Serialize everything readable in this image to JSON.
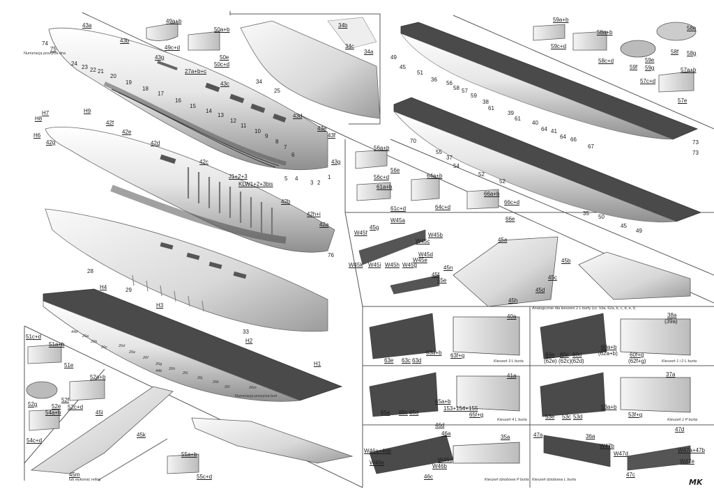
{
  "notes": {
    "hull_r_numbering": "Numeracja poszycia dna",
    "hull_l_numbering": "Numeracja poszycia burt",
    "pocket_similar": "Analogicznie dla kieszeni 2 L burty (cz. 59a, 62a, b, c, d, e, f)",
    "railing_note": "lub wykonać reling",
    "pocket_3l": "Kieszeń 3 L burta",
    "pocket_1_2l": "Kieszeń 1 i 2 L burta",
    "pocket_4l": "Kieszeń 4 L burta",
    "pocket_1p": "Kieszeń 1 P burta",
    "bow_p": "Kieszeń dziobowa P burta",
    "bow_l": "Kieszeń dziobowa L burta"
  },
  "logo": "MK",
  "colors": {
    "deck": "#4a4a4a",
    "hull_light": "#f2f2f2",
    "hull_dark": "#9a9a9a",
    "line": "#555555"
  },
  "labels": {
    "h_43a": "43a",
    "h_43b": "43b",
    "h_43g": "43g",
    "h_43c": "43c",
    "h_43d": "43d",
    "h_43e": "43e",
    "h_43f": "43f",
    "h_43g2": "43g",
    "h_74": "74",
    "h_75": "75",
    "h_27": "27a+b+c",
    "n24": "24",
    "n23": "23",
    "n22": "22",
    "n21": "21",
    "n20": "20",
    "n19": "19",
    "n18": "18",
    "n17": "17",
    "n16": "16",
    "n15": "15",
    "n14": "14",
    "n13": "13",
    "n12": "12",
    "n11": "11",
    "n10": "10",
    "n9": "9",
    "n8": "8",
    "n7": "7",
    "n6": "6",
    "n5": "5",
    "n4": "4",
    "n3": "3",
    "n2": "2",
    "n1": "1",
    "p49ab": "49a+b",
    "p49c": "49c+d",
    "p50ab": "50a+b",
    "p50e": "50e",
    "p50cd": "50c+d",
    "p34b": "34b",
    "p34c": "34c",
    "p34a": "34a",
    "p34": "34",
    "p25": "25",
    "H7": "H7",
    "H8": "H8",
    "H9": "H9",
    "H6": "H6",
    "p42f": "42f",
    "p42e": "42e",
    "p42g": "42g",
    "p42d": "42d",
    "p42c": "42c",
    "p42b": "42b",
    "p42h": "42h+i",
    "p42a": "42a",
    "p11": "J1+2+3",
    "pKLW": "KLW1+2+3bis",
    "p76": "76",
    "p28": "28",
    "pH4": "H4",
    "p29": "29",
    "pH3": "H3",
    "p33": "33",
    "pH2": "H2",
    "pH1": "H1",
    "p44d": "44d",
    "p26a": "26a",
    "p26b": "26b",
    "p26c": "26c",
    "p26d": "26d",
    "p26e": "26e",
    "p26f": "26f",
    "p26g": "26g",
    "p26h": "26h",
    "p26i": "26i",
    "p26j": "26j",
    "p26k": "26k",
    "p26l": "26l",
    "p26m": "26m",
    "p44b": "44b",
    "d49": "49",
    "d45": "45",
    "d51": "51",
    "d36": "36",
    "d56": "56",
    "d58": "58",
    "d57": "57",
    "d59": "59",
    "d38": "38",
    "d61": "61",
    "d39": "39",
    "d61b": "61",
    "d40": "40",
    "d64": "64",
    "d41": "41",
    "d64b": "64",
    "d66": "66",
    "d67": "67",
    "d73": "73",
    "e70": "70",
    "e55": "55",
    "e37": "37",
    "e54": "54",
    "e52": "52",
    "e52b": "52",
    "e35": "35",
    "e50": "50",
    "e45": "45",
    "e49": "49",
    "e73": "73",
    "r59ab": "59a+b",
    "r59cd": "59c+d",
    "r58ab": "58a+b",
    "r58cd": "58c+d",
    "r58e": "58e",
    "r58f": "58f",
    "r58g": "58g",
    "r59e": "59e",
    "r59f": "59f",
    "r59g": "59g",
    "r57ab": "57a+b",
    "r57cd": "57c+d",
    "r57e": "57e",
    "m56ab": "56a+b",
    "m56e": "56e",
    "m56cd": "56c+d",
    "m61ab": "61a+b",
    "m61cd": "61c+d",
    "m64ab": "64a+b",
    "m64cd": "64c+d",
    "m66ab": "66a+b",
    "m66cd": "66c+d",
    "m66e": "66e",
    "w45a": "W45a",
    "w45f": "W45f",
    "w45g": "45g",
    "w45b": "W45b",
    "w45c": "W45c",
    "w45d": "W45d",
    "w45e": "W45e",
    "w45k": "W45k",
    "w45i": "W45i",
    "w45h": "W45h",
    "w45g2": "W45g",
    "s45a": "45a",
    "s45b": "45b",
    "s45c": "45c",
    "s45d": "45d",
    "s45h": "45h",
    "s45n": "45n",
    "s45f": "45f",
    "s45e": "45e",
    "k40a": "40a",
    "k63e": "63e",
    "k63c": "63c",
    "k63d": "63d",
    "k63ab": "63a+b",
    "k63fg": "63f+g",
    "k38a": "38a",
    "k39a": "(39a)",
    "k60e": "60e",
    "k62e": "(62e)",
    "k60c": "60c",
    "k62c": "(62c)",
    "k60d": "60d",
    "k62d": "(62d)",
    "k60ab": "60a+b",
    "k62ab": "(62a+b)",
    "k60fg": "60f+g",
    "k62fg": "(62f+g)",
    "k41a": "41a",
    "k65e": "65e",
    "k65c": "65c",
    "k65d": "65d",
    "k65ab": "65a+b",
    "k153": "153+154+155",
    "k65fg": "65f+g",
    "k37a": "37a",
    "k53e": "53e",
    "k53c": "53c",
    "k53d": "53d",
    "k53ab": "53a+b",
    "k53fg": "53f+g",
    "b46d": "46d",
    "b46a": "46a",
    "b35a": "35a",
    "bW46a": "W46a+46b",
    "bW46e": "W46e",
    "bW46b": "W46b",
    "bW46d": "W46d",
    "b46c": "46c",
    "b47a": "47a",
    "b36a": "36a",
    "bW47b": "W47b",
    "bW47d": "W47d",
    "b47d": "47d",
    "bW47ab": "W47a+47b",
    "bW47e": "W47e",
    "b47c": "47c",
    "l51cd": "51c+d",
    "l51ab": "51a+b",
    "l51e": "51e",
    "l52ab": "52a+b",
    "l52g": "52g",
    "l52e": "52e",
    "l52f": "52f",
    "l52cd": "52c+d",
    "l54ab": "54a+b",
    "l54cd": "54c+d",
    "l45l": "45l",
    "l45k": "45k",
    "l45m": "45m",
    "l55ab": "55a+b",
    "l55cd": "55c+d"
  }
}
